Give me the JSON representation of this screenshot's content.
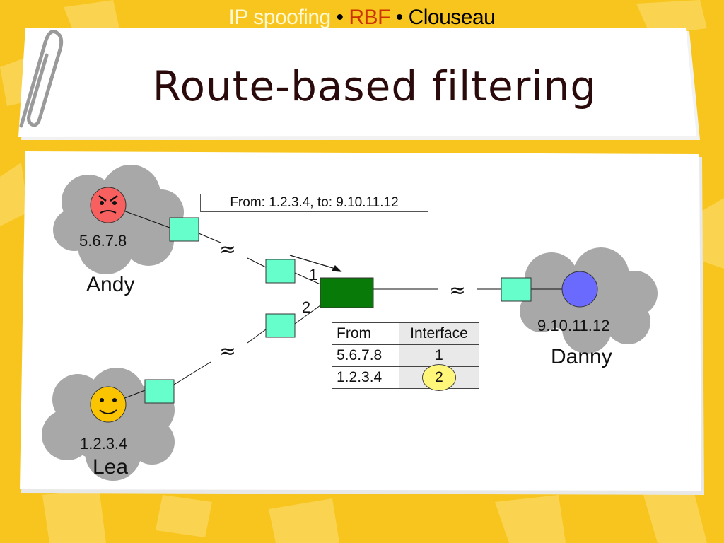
{
  "breadcrumb": {
    "item1": "IP spoofing",
    "sep": "•",
    "item2": "RBF",
    "item3": "Clouseau"
  },
  "title": "Route-based filtering",
  "packet_header": "From: 1.2.3.4, to: 9.10.11.12",
  "hosts": {
    "andy": {
      "name": "Andy",
      "ip": "5.6.7.8"
    },
    "lea": {
      "name": "Lea",
      "ip": "1.2.3.4"
    },
    "danny": {
      "name": "Danny",
      "ip": "9.10.11.12"
    }
  },
  "router": {
    "interface1": "1",
    "interface2": "2"
  },
  "wan_symbol": "≈",
  "routing_table": {
    "headers": {
      "from": "From",
      "interface": "Interface"
    },
    "rows": [
      {
        "from": "5.6.7.8",
        "interface": "1",
        "highlighted": false
      },
      {
        "from": "1.2.3.4",
        "interface": "2",
        "highlighted": true
      }
    ]
  },
  "colors": {
    "background": "#f7c51e",
    "andy_face": "#f86060",
    "lea_face": "#fac400",
    "danny_node": "#6a6aff",
    "router": "#087a08",
    "nic": "#66ffcc",
    "cloud": "#a8a8a8",
    "highlight": "#fff67a"
  },
  "icons": {
    "andy": "angry-face-icon",
    "lea": "smiley-face-icon",
    "danny": "circle-node-icon",
    "clip": "paperclip-icon"
  }
}
